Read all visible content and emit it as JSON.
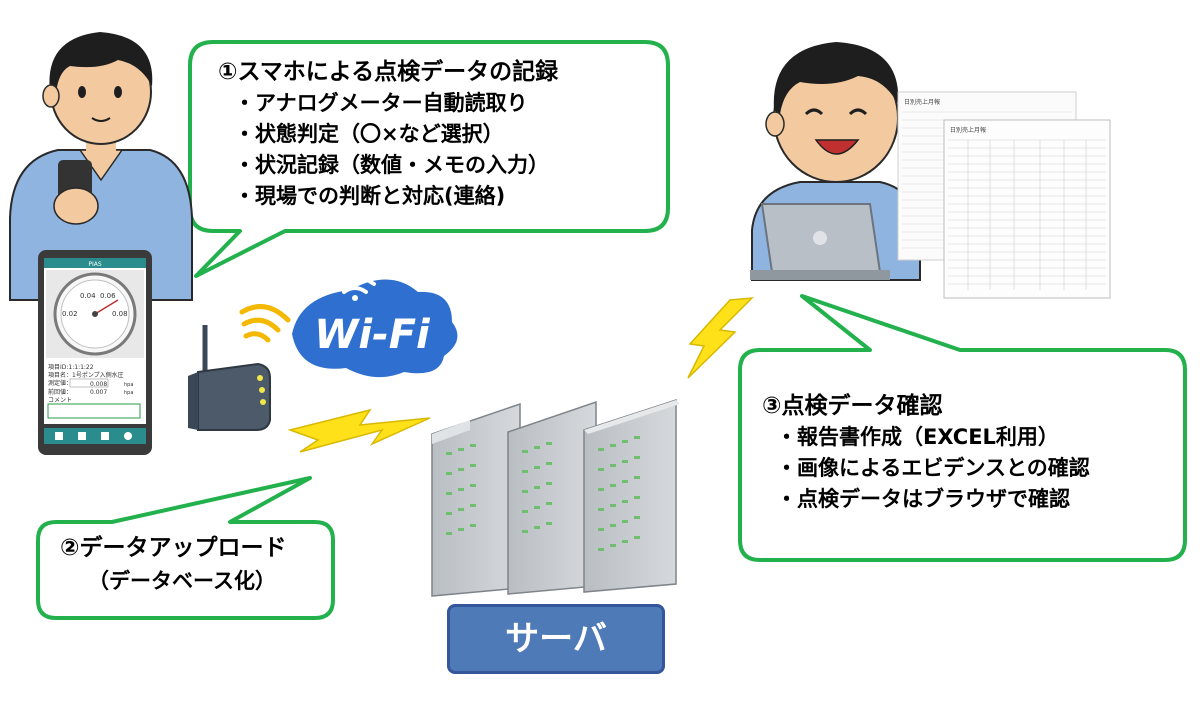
{
  "bubble1": {
    "title": "①スマホによる点検データの記録",
    "items": [
      "・アナログメーター自動読取り",
      "・状態判定（〇×など選択）",
      "・状況記録（数値・メモの入力）",
      "・現場での判断と対応(連絡)"
    ]
  },
  "bubble2": {
    "title": "②データアップロード",
    "subtitle": "（データベース化）"
  },
  "bubble3": {
    "title": "③点検データ確認",
    "items": [
      "・報告書作成（EXCEL利用）",
      "・画像によるエビデンスとの確認",
      "・点検データはブラウザで確認"
    ]
  },
  "server_label": "サーバ",
  "wifi_label": "Wi-Fi",
  "phone": {
    "app_title": "PIAS",
    "gauge_ticks": [
      "0.04",
      "0.06",
      "0.02",
      "0.08"
    ],
    "fields": [
      "項目ID:1:1:1:22",
      "項目名：1号ポンプ入側水圧",
      "測定値：",
      "前回値：",
      "コメント"
    ],
    "value_current": "0.008",
    "value_prev": "0.007",
    "unit": "hpa"
  },
  "report": {
    "title_back": "日別売上月報",
    "title_front": "日別売上月報"
  },
  "colors": {
    "bubble_border": "#22b14c",
    "server_label_bg": "#4e7ab8",
    "wifi_cloud": "#2e6fd0",
    "lightning": "#ffe11a",
    "shirt": "#8fb4df"
  }
}
